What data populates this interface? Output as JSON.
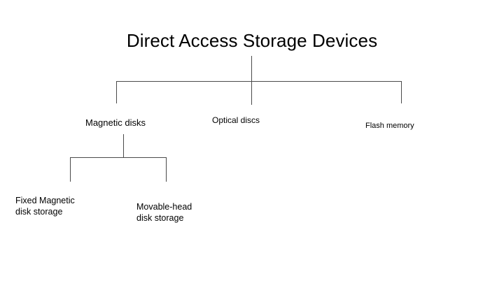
{
  "diagram": {
    "title": "Direct Access Storage Devices",
    "background_color": "#ffffff",
    "line_color": "#4a4a4a",
    "text_color": "#000000",
    "type": "hierarchy-tree",
    "root": {
      "label": "Direct Access Storage Devices"
    },
    "level1": [
      {
        "label": "Magnetic disks"
      },
      {
        "label": "Optical discs"
      },
      {
        "label": "Flash memory"
      }
    ],
    "level2": [
      {
        "line1": "Fixed Magnetic",
        "line2": "disk storage",
        "parent": "Magnetic disks"
      },
      {
        "line1": "Movable-head",
        "line2": "disk storage",
        "parent": "Magnetic disks"
      }
    ]
  }
}
